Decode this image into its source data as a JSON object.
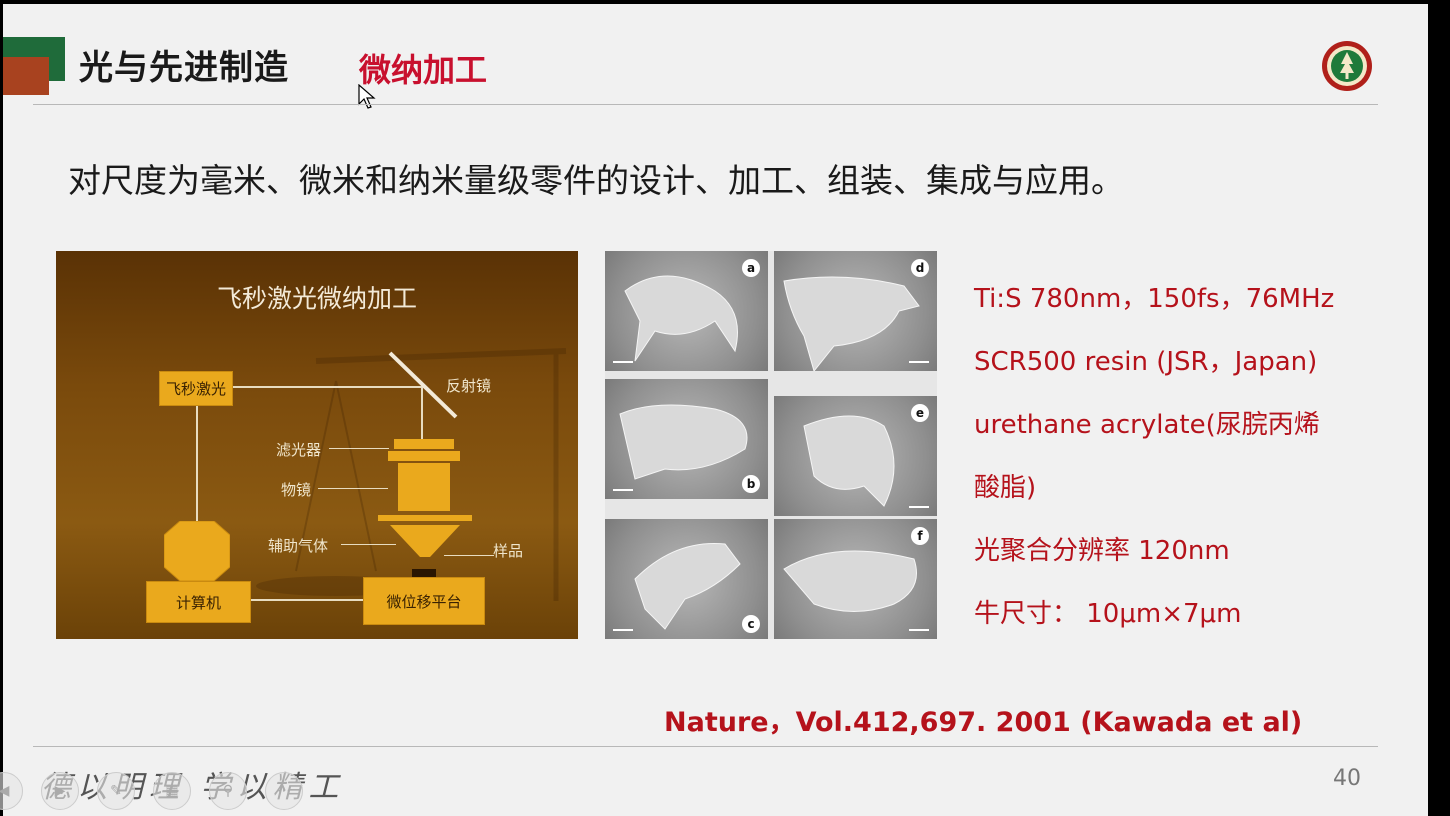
{
  "header": {
    "title": "光与先进制造",
    "subtitle": "微纳加工"
  },
  "intro": "对尺度为毫米、微米和纳米量级零件的设计、加工、组装、集成与应用。",
  "diagram": {
    "title": "飞秒激光微纳加工",
    "laser": "飞秒激光",
    "mirror": "反射镜",
    "filter": "滤光器",
    "objective": "物镜",
    "gas": "辅助气体",
    "sample": "样品",
    "computer": "计算机",
    "stage": "微位移平台"
  },
  "sem_panels": [
    "a",
    "d",
    "e",
    "b",
    "c",
    "f"
  ],
  "specs": [
    "Ti:S 780nm，150fs，76MHz",
    "SCR500 resin (JSR，Japan)",
    "urethane acrylate(尿脘丙烯",
    "酸脂)",
    "光聚合分辨率 120nm",
    "牛尺寸：  10μm×7μm"
  ],
  "citation": "Nature，Vol.412,697. 2001   (Kawada et al)",
  "footer": {
    "motto": "德以明理  学以精工",
    "page_number": "40"
  },
  "colors": {
    "accent_red": "#b5121b",
    "header_green": "#1f6b3a",
    "diagram_box": "#eaa91d"
  }
}
